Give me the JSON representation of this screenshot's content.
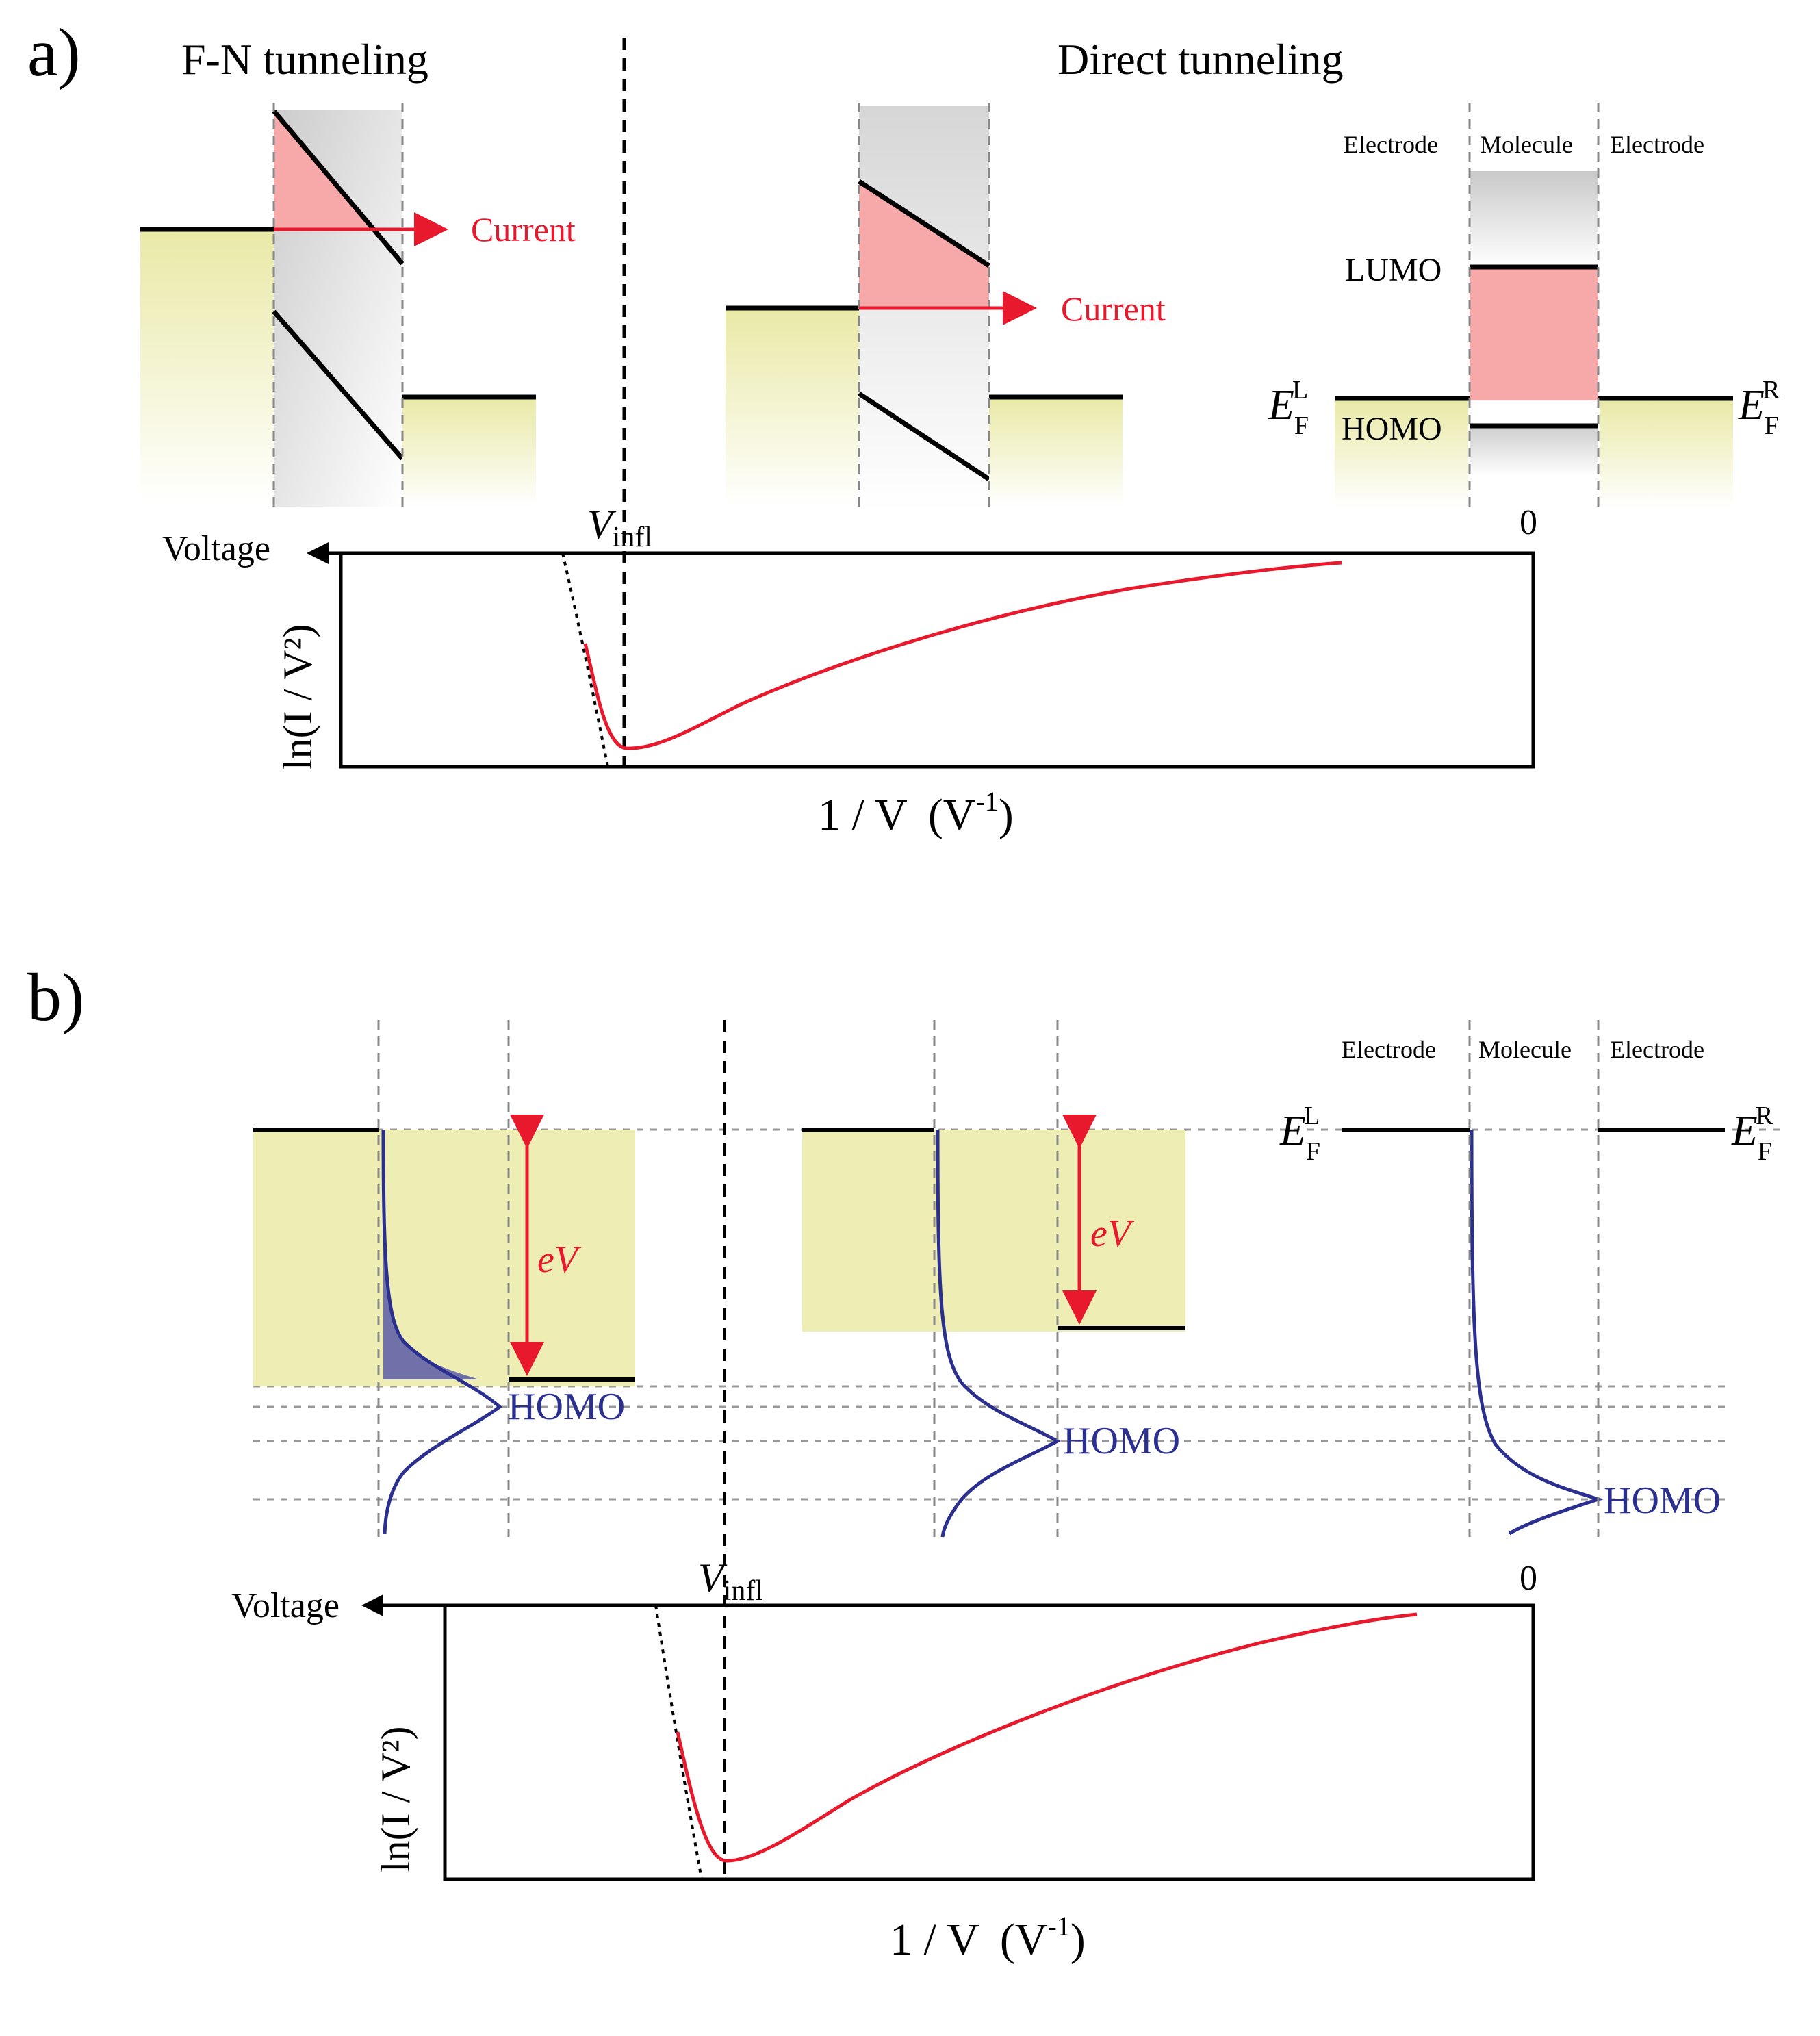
{
  "panel_a": {
    "label": "a)",
    "left_title": "F-N tunneling",
    "right_title": "Direct tunneling",
    "current_label": "Current",
    "electrode_left": "Electrode",
    "molecule": "Molecule",
    "electrode_right": "Electrode",
    "lumo": "LUMO",
    "homo": "HOMO",
    "ef_left": "E",
    "ef_left_sub": "F",
    "ef_left_sup": "L",
    "ef_right": "E",
    "ef_right_sub": "F",
    "ef_right_sup": "R",
    "vinfl_main": "V",
    "vinfl_sub": "infl",
    "zero_label": "0",
    "voltage_label": "Voltage",
    "ylabel": "ln(I / V²)",
    "xlabel_main": "1 / V",
    "xlabel_unit": "(V",
    "xlabel_exp": "-1",
    "xlabel_close": ")"
  },
  "panel_b": {
    "label": "b)",
    "electrode_left": "Electrode",
    "molecule": "Molecule",
    "electrode_right": "Electrode",
    "ev_label": "eV",
    "homo_1": "HOMO",
    "homo_2": "HOMO",
    "homo_3": "HOMO",
    "ef_left": "E",
    "ef_left_sub": "F",
    "ef_left_sup": "L",
    "ef_right": "E",
    "ef_right_sub": "F",
    "ef_right_sup": "R",
    "vinfl_main": "V",
    "vinfl_sub": "infl",
    "zero_label": "0",
    "voltage_label": "Voltage",
    "ylabel": "ln(I / V²)",
    "xlabel_main": "1 / V",
    "xlabel_unit": "(V",
    "xlabel_exp": "-1",
    "xlabel_close": ")"
  },
  "colors": {
    "electrode_fill": "#eeeeb4",
    "barrier_fill": "#f7a8a8",
    "current_red": "#e8192c",
    "curve_red": "#e8192c",
    "homo_blue": "#2b2f8f",
    "shaded_blue": "#5b5ba8",
    "dashed_gray": "#888888"
  }
}
